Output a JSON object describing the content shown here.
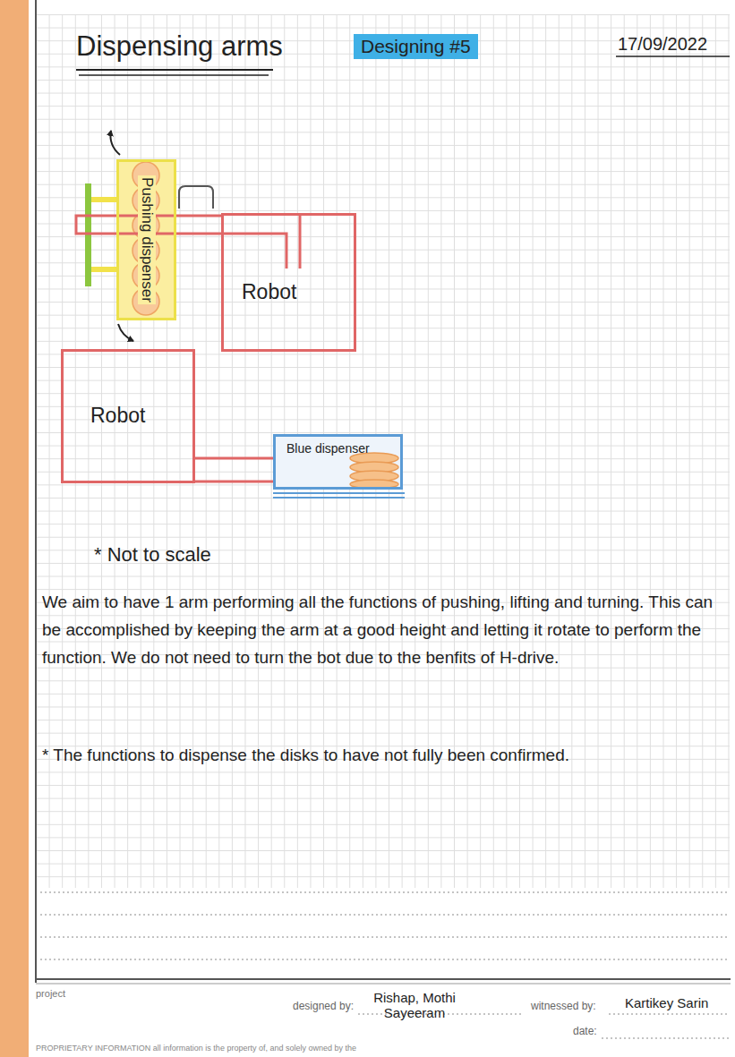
{
  "diagram": {
    "title": "Dispensing arms",
    "nodes": [
      {
        "text": [
          "Pushing dispenser"
        ]
      },
      {
        "text": [
          "Robot"
        ]
      },
      {
        "text": [
          "Robot"
        ]
      },
      {
        "text": [
          "Blue dispenser"
        ]
      }
    ],
    "edges": [
      {
        "from": 1,
        "to": 0,
        "arrow": "none"
      },
      {
        "from": 2,
        "to": 3,
        "arrow": "none"
      }
    ],
    "labels": [
      "Designing #5",
      "17/09/2022",
      "* Not to scale",
      "We aim to have 1 arm performing all the functions of pushing, lifting and turning. This can be accomplished by keeping the arm at a good height and letting it rotate to perform the function. We do not need to turn the bot due to the benfits of H-drive.",
      "* The functions to dispense the disks to have not fully been confirmed.",
      "project",
      "designed by:",
      "Rishap, Mothi Sayeeram",
      "witnessed by:",
      "Kartikey Sarin",
      "date:",
      "PROPRIETARY INFORMATION all information is the property of, and solely owned by the"
    ]
  }
}
